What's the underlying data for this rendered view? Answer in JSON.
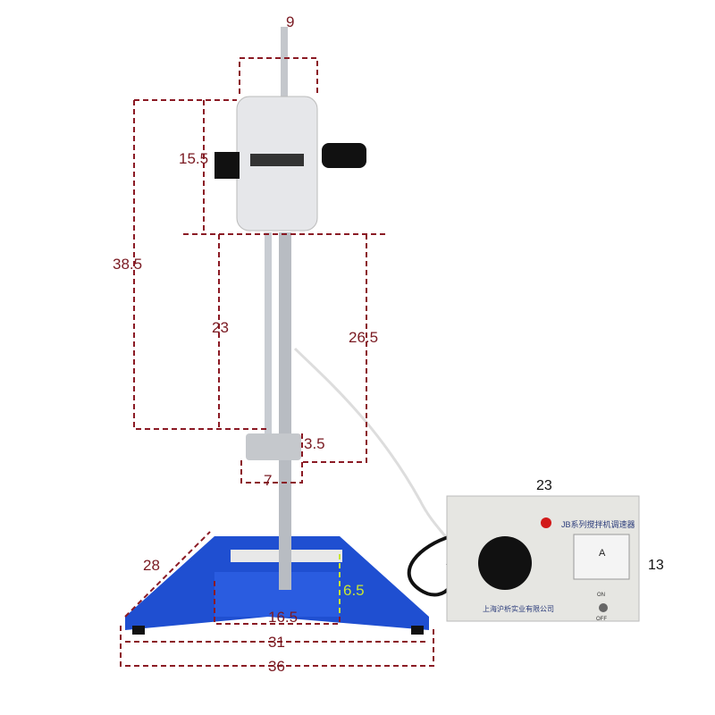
{
  "dimensions": {
    "head_width": "9",
    "head_height": "15.5",
    "total_height": "38.5",
    "shaft_upper": "23",
    "shaft_length": "26.5",
    "impeller_height": "3.5",
    "impeller_width": "7",
    "base_depth": "28",
    "base_height": "6.5",
    "base_center_width": "16.5",
    "base_width_inner": "31",
    "base_width_total": "36",
    "controller_width": "23",
    "controller_height": "13"
  },
  "controller": {
    "title": "JB系列搅拌机调速器",
    "company": "上海沪析实业有限公司",
    "meter_unit": "A",
    "switch_on": "ON",
    "switch_off": "OFF"
  },
  "colors": {
    "base": "#1f4fd1",
    "dimension": "#8b1a24",
    "highlight": "#c8e632",
    "controller": "#e6e6e2"
  }
}
